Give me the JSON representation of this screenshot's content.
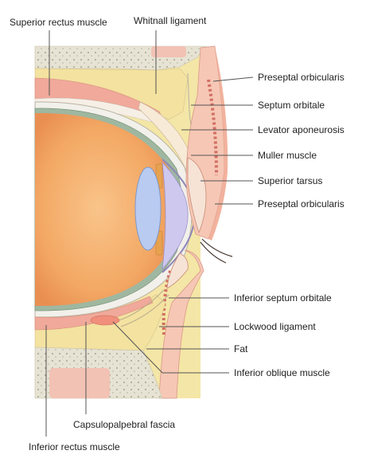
{
  "labels": {
    "superior_rectus": "Superior rectus muscle",
    "whitnall": "Whitnall ligament",
    "preseptal_upper": "Preseptal orbicularis",
    "septum_orbitale": "Septum orbitale",
    "levator": "Levator aponeurosis",
    "muller": "Muller muscle",
    "superior_tarsus": "Superior tarsus",
    "preseptal_lower": "Preseptal orbicularis",
    "inferior_septum": "Inferior septum orbitale",
    "lockwood": "Lockwood ligament",
    "fat": "Fat",
    "inferior_oblique": "Inferior oblique muscle",
    "capsulopalpebral": "Capsulopalpebral fascia",
    "inferior_rectus": "Inferior rectus muscle"
  },
  "colors": {
    "fat": "#f3e2a0",
    "bone": "#e9e5d8",
    "muscle": "#f2b2a2",
    "eye": "#f5ae6c",
    "lens": "#b9cbf0",
    "leader": "#555555"
  }
}
